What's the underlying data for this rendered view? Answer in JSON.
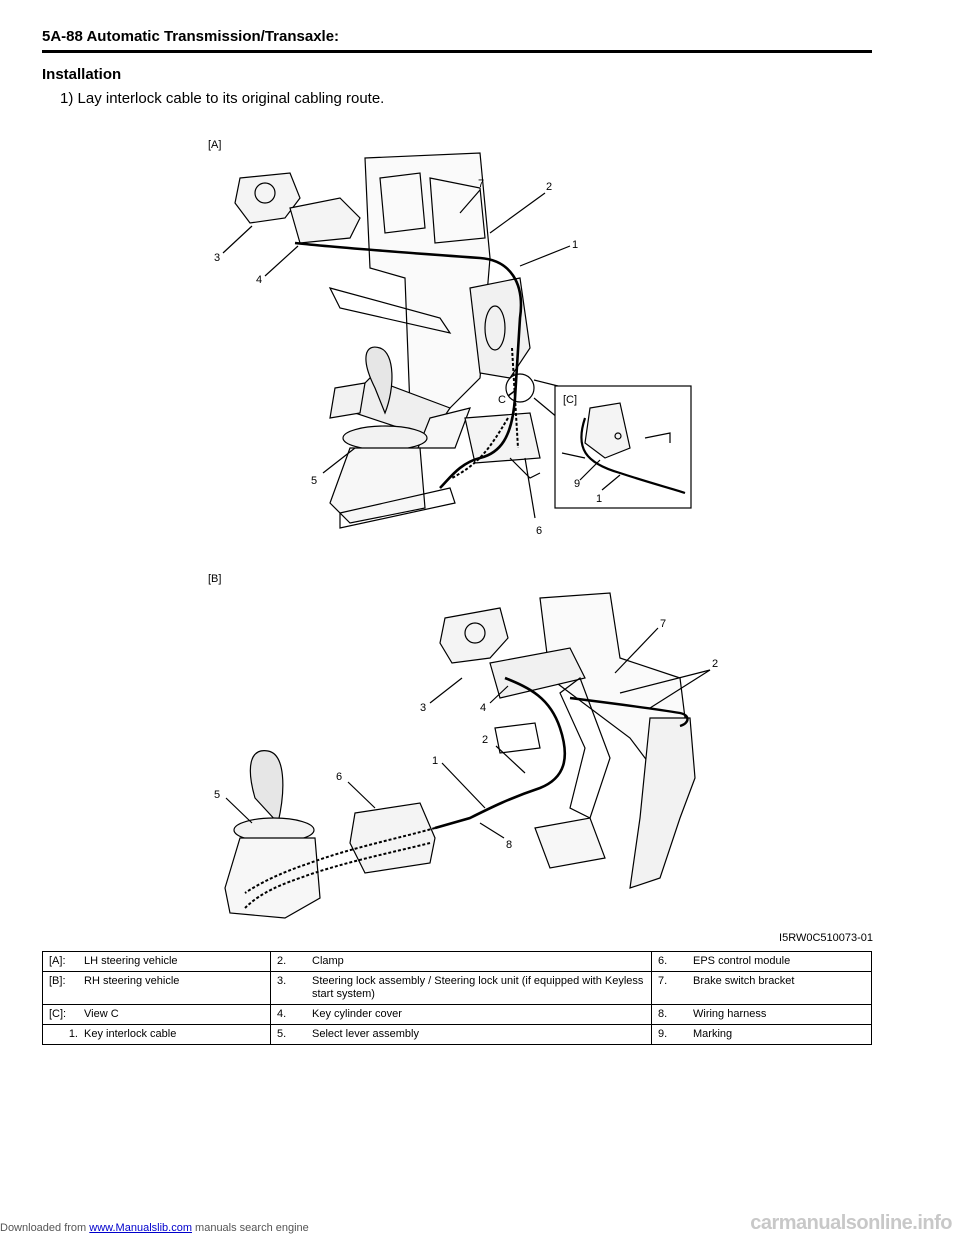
{
  "header": {
    "title": "5A-88   Automatic Transmission/Transaxle:"
  },
  "section": {
    "title": "Installation"
  },
  "steps": [
    "1) Lay interlock cable to its original cabling route."
  ],
  "figure": {
    "view_a_label": "[A]",
    "view_b_label": "[B]",
    "view_c_label": "[C]",
    "view_c_arrow_label": "C",
    "figure_id": "I5RW0C510073-01",
    "callouts_a": [
      "7",
      "2",
      "1",
      "3",
      "4",
      "5",
      "6",
      "9",
      "1"
    ],
    "callouts_b": [
      "7",
      "2",
      "3",
      "4",
      "2",
      "1",
      "6",
      "5",
      "8"
    ]
  },
  "legend": {
    "rows": [
      [
        {
          "key": "[A]:",
          "text": "LH steering vehicle"
        },
        {
          "key": "2.",
          "text": "Clamp"
        },
        {
          "key": "6.",
          "text": "EPS control module"
        }
      ],
      [
        {
          "key": "[B]:",
          "text": "RH steering vehicle"
        },
        {
          "key": "3.",
          "text": "Steering lock assembly / Steering lock unit (if equipped with Keyless start system)"
        },
        {
          "key": "7.",
          "text": "Brake switch bracket"
        }
      ],
      [
        {
          "key": "[C]:",
          "text": "View C"
        },
        {
          "key": "4.",
          "text": "Key cylinder cover"
        },
        {
          "key": "8.",
          "text": "Wiring harness"
        }
      ],
      [
        {
          "key": "1.",
          "text": "Key interlock cable"
        },
        {
          "key": "5.",
          "text": "Select lever assembly"
        },
        {
          "key": "9.",
          "text": "Marking"
        }
      ]
    ]
  },
  "footer": {
    "prefix": "Downloaded from ",
    "link": "www.Manualslib.com",
    "suffix": "  manuals search engine",
    "watermark": "carmanualsonline.info"
  }
}
